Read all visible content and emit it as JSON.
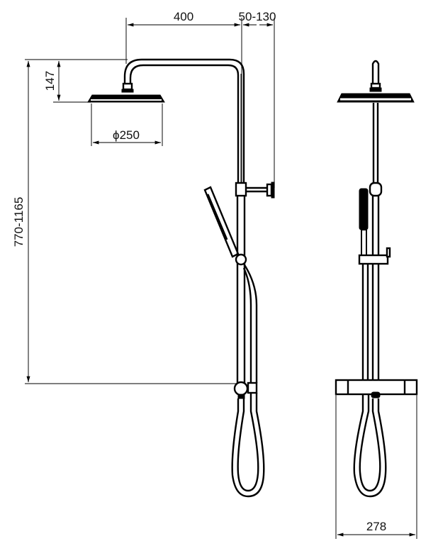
{
  "drawing": {
    "title": "Shower column technical dimension drawing",
    "views": [
      "side-view",
      "front-view"
    ],
    "colors": {
      "line": "#000000",
      "dimension_line": "#333333",
      "background": "#ffffff"
    }
  },
  "dimensions": {
    "arm_length": "400",
    "wall_distance": "50-130",
    "head_height": "147",
    "head_diameter": "ϕ250",
    "total_height": "770-1165",
    "bar_width": "278"
  }
}
